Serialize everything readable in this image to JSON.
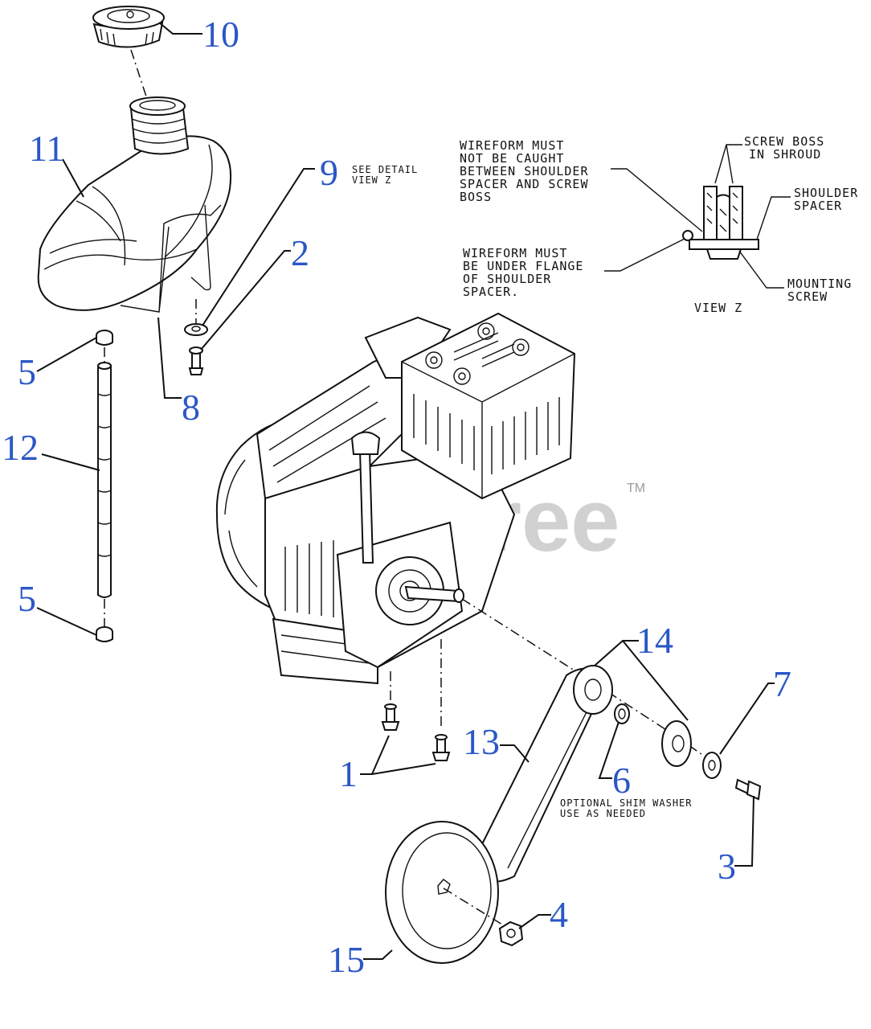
{
  "watermark": {
    "text": "PartsTree",
    "tm": "TM"
  },
  "callouts": {
    "c1": "1",
    "c2": "2",
    "c3": "3",
    "c4": "4",
    "c5a": "5",
    "c5b": "5",
    "c6": "6",
    "c7": "7",
    "c8": "8",
    "c9": "9",
    "c10": "10",
    "c11": "11",
    "c12": "12",
    "c13": "13",
    "c14": "14",
    "c15": "15"
  },
  "notes": {
    "see_detail": [
      "SEE DETAIL",
      "VIEW Z"
    ],
    "optional_shim": [
      "OPTIONAL SHIM WASHER",
      "USE AS NEEDED"
    ]
  },
  "detail_view": {
    "wireform_caught": [
      "WIREFORM MUST",
      "NOT BE CAUGHT",
      "BETWEEN SHOULDER",
      "SPACER AND SCREW",
      "BOSS"
    ],
    "wireform_under": [
      "WIREFORM MUST",
      "BE UNDER FLANGE",
      "OF SHOULDER",
      "SPACER."
    ],
    "screw_boss": [
      "SCREW BOSS",
      "IN SHROUD"
    ],
    "shoulder_spacer": [
      "SHOULDER",
      "SPACER"
    ],
    "mounting_screw": [
      "MOUNTING",
      "SCREW"
    ],
    "view_label": "VIEW Z"
  }
}
